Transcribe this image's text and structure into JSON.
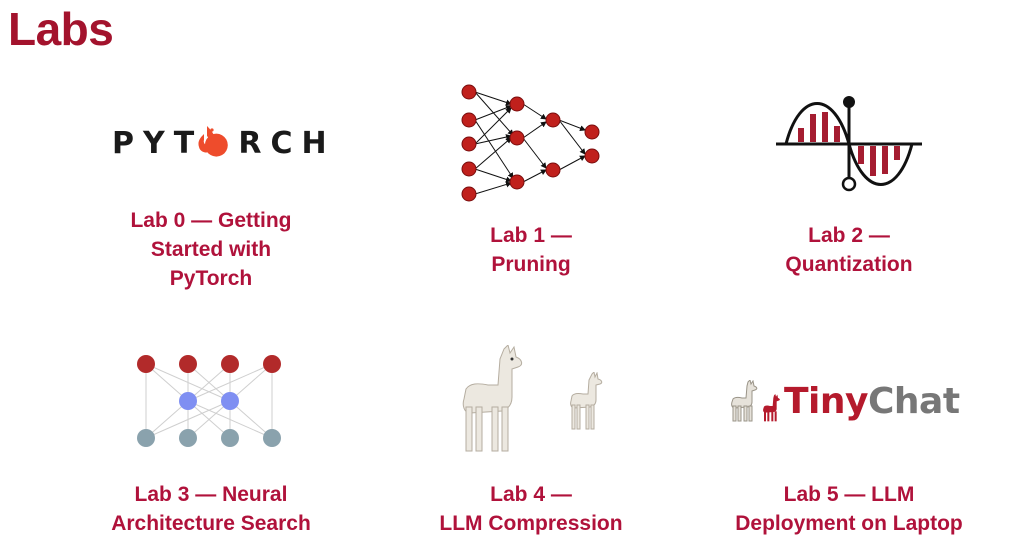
{
  "page": {
    "title": "Labs"
  },
  "labs": [
    {
      "id": 0,
      "icon": "pytorch-logo",
      "logo_text": "PYTORCH",
      "lines": [
        "Lab 0 — Getting",
        "Started with",
        "PyTorch"
      ]
    },
    {
      "id": 1,
      "icon": "neural-network-pruning-icon",
      "lines": [
        "Lab 1 —",
        "Pruning"
      ]
    },
    {
      "id": 2,
      "icon": "quantized-sine-wave-icon",
      "lines": [
        "Lab 2 —",
        "Quantization"
      ]
    },
    {
      "id": 3,
      "icon": "nas-supernet-icon",
      "lines": [
        "Lab 3 — Neural",
        "Architecture Search"
      ]
    },
    {
      "id": 4,
      "icon": "llama-icons",
      "lines": [
        "Lab 4 —",
        "LLM Compression"
      ]
    },
    {
      "id": 5,
      "icon": "tinychat-logo",
      "logo_text_a": "Tiny",
      "logo_text_b": "Chat",
      "lines": [
        "Lab 5 — LLM",
        "Deployment on Laptop"
      ]
    }
  ],
  "colors": {
    "title": "#a3132d",
    "caption": "#b0123b",
    "node_red": "#c0201c",
    "nas_red": "#b22a2a",
    "nas_blue": "#7f8ff2",
    "nas_gray": "#8aa2ad",
    "pytorch_flame": "#ee4c2c",
    "tinychat_red": "#b51a2c",
    "tinychat_gray": "#777777"
  }
}
